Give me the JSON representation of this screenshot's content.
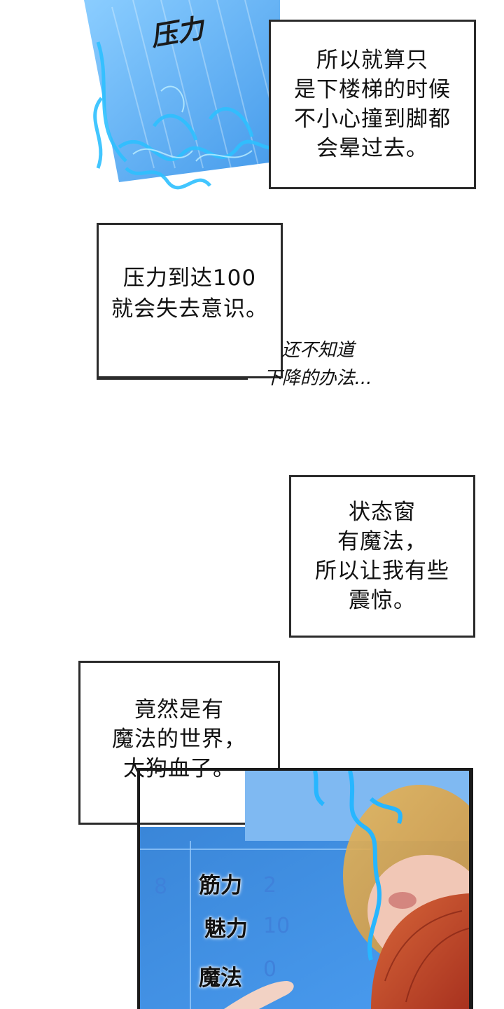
{
  "top_sfx": "压力",
  "captions": {
    "c1": "所以就算只\n是下楼梯的时候\n不小心撞到脚都\n会晕过去。",
    "c2": "压力到达100\n就会失去意识。",
    "thought": "还不知道\n下降的办法...",
    "c3": "状态窗\n有魔法，\n所以让我有些\n震惊。",
    "c4": "竟然是有\n魔法的世界，\n太狗血了。"
  },
  "stats": [
    {
      "label": "筋力",
      "value": "2",
      "left_value": "8"
    },
    {
      "label": "魅力",
      "value": "10",
      "left_value": ""
    },
    {
      "label": "魔法",
      "value": "0",
      "left_value": ""
    }
  ],
  "colors": {
    "window_blue": "#3d8fe6",
    "glow_cyan": "#5fd4ff",
    "border": "#2b2b2b"
  }
}
